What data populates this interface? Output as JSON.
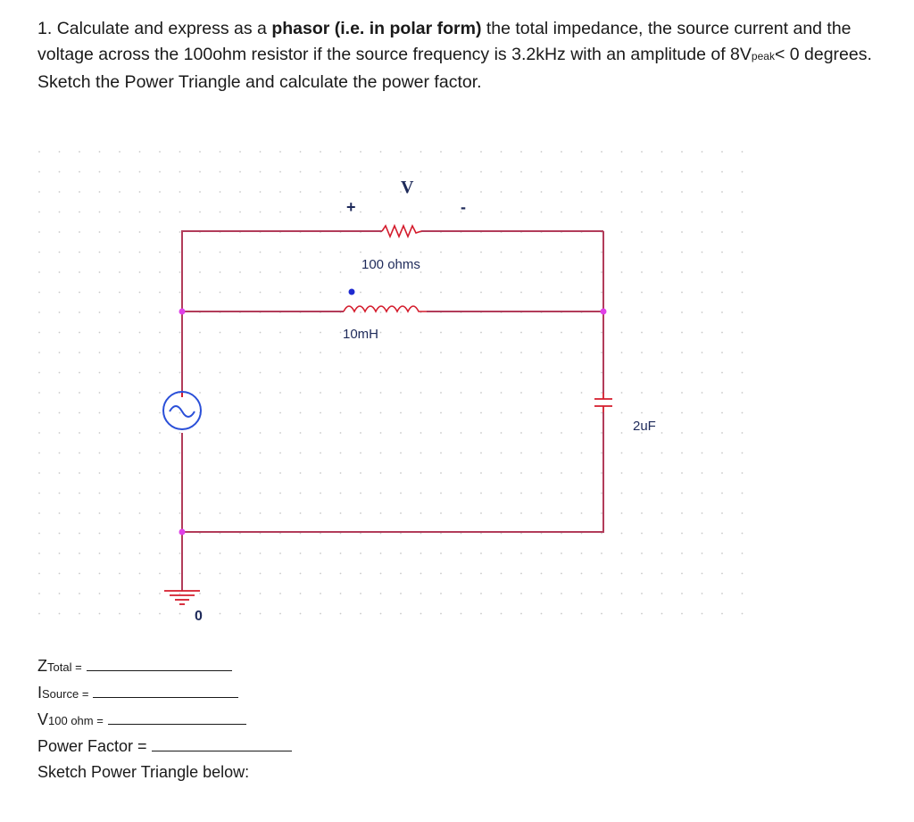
{
  "question": {
    "number": "1.",
    "text_1": "Calculate and express as a",
    "bold": "phasor (i.e. in polar form)",
    "text_2": "the total impedance, the source current and the voltage across the 100ohm resistor if the source frequency is 3.2kHz with an amplitude of 8V",
    "subscript": "peak",
    "text_3": "< 0 degrees. Sketch the Power Triangle and calculate the power factor."
  },
  "circuit": {
    "voltage_label": "V",
    "plus_label": "+",
    "minus_label": "-",
    "resistor_label": "100 ohms",
    "inductor_label": "10mH",
    "capacitor_label": "2uF",
    "ground_label": "0",
    "colors": {
      "wire": "#b23c5a",
      "component": "#d41b2c",
      "node": "#e040e8",
      "source": "#2a4fd8",
      "grid": "#c9c9c9",
      "label": "#1e2a5a"
    },
    "icons": [
      "ac-source-icon",
      "resistor-icon",
      "inductor-icon",
      "capacitor-icon",
      "ground-icon"
    ]
  },
  "answers": {
    "z_main": "Z",
    "z_sub": "Total",
    "z_eq": " =",
    "i_main": "I",
    "i_sub": "Source",
    "i_eq": " =",
    "v_main": "V",
    "v_sub": "100 ohm",
    "v_eq": " =",
    "pf_label": "Power Factor =",
    "sketch_label": "Sketch Power Triangle below:"
  }
}
